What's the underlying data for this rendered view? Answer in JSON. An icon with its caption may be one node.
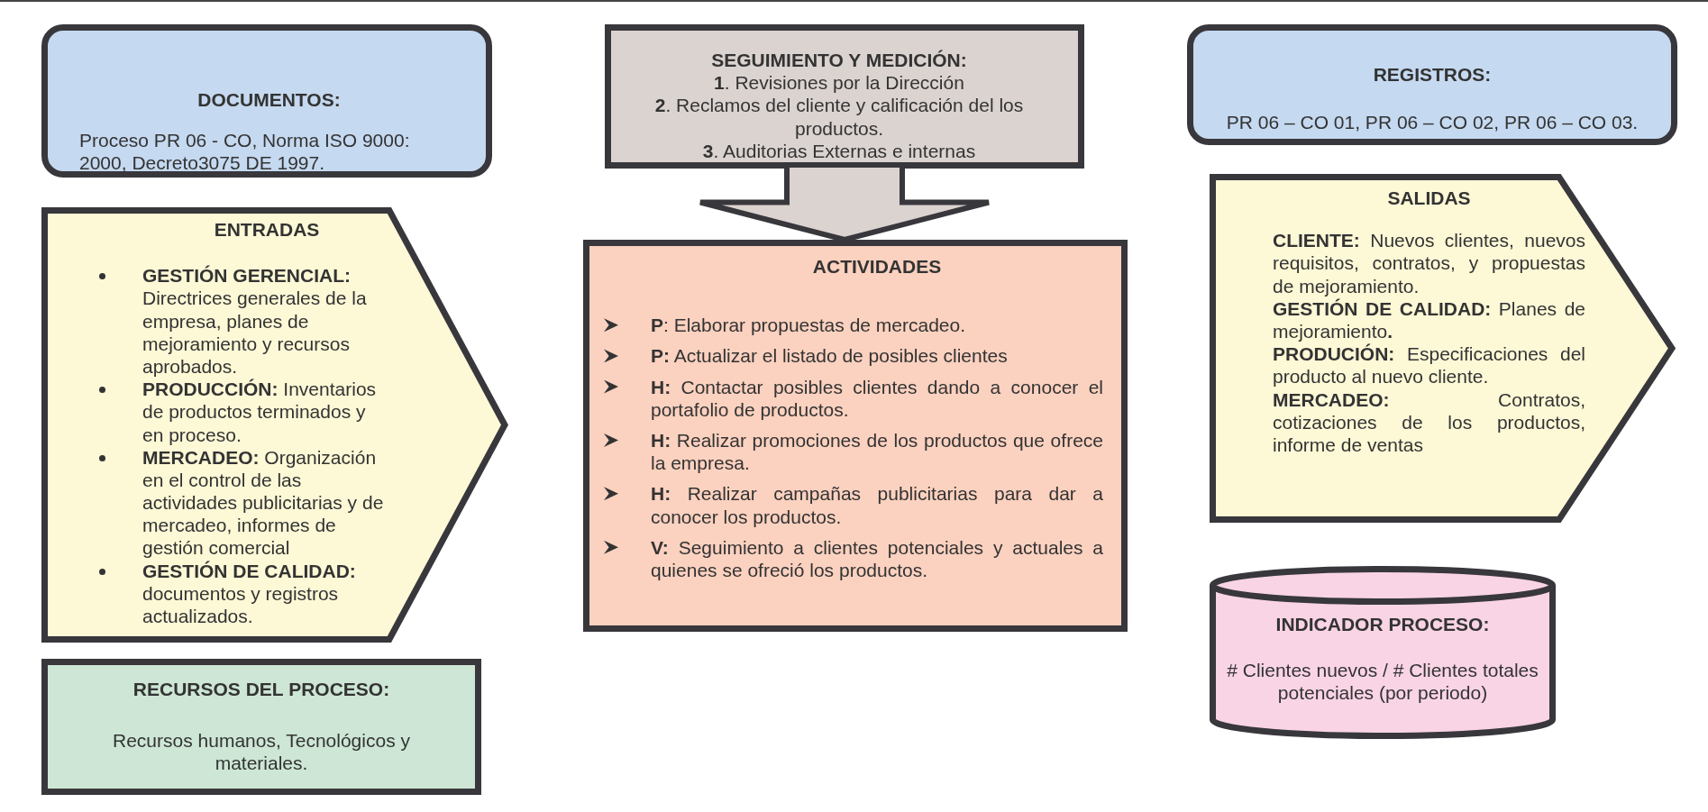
{
  "diagram": {
    "nodes": [
      {
        "text": [
          "DOCUMENTOS:",
          "Proceso PR 06 - CO, Norma ISO 9000: 2000, Decreto3075 DE 1997."
        ]
      },
      {
        "text": [
          "SEGUIMIENTO Y MEDICIÓN:",
          "**1**. Revisiones por la Dirección",
          "**2**. Reclamos del cliente y calificación del los productos.",
          "**3**. Auditorias Externas e internas"
        ]
      },
      {
        "text": [
          "REGISTROS:",
          "PR 06 – CO 01, PR 06 – CO 02, PR 06 – CO 03."
        ]
      },
      {
        "text": [
          "ENTRADAS",
          "**GESTIÓN GERENCIAL:** Directrices generales de la empresa, planes de mejoramiento y recursos aprobados.",
          "**PRODUCCIÓN:** Inventarios de productos terminados y en proceso.",
          "**MERCADEO:** Organización en el control de las actividades publicitarias y de mercadeo, informes de gestión comercial",
          "**GESTIÓN DE CALIDAD:** documentos y registros actualizados."
        ]
      },
      {
        "text": [
          "ACTIVIDADES",
          "**P**: Elaborar propuestas de mercadeo.",
          "**P:** Actualizar el listado de posibles clientes",
          "**H:** Contactar posibles clientes dando a conocer el portafolio de productos.",
          "**H:** Realizar promociones de los productos que ofrece la empresa.",
          "**H:** Realizar campañas publicitarias para dar a conocer los productos.",
          "**V:** Seguimiento a clientes potenciales y actuales a quienes se ofreció los productos."
        ]
      },
      {
        "text": [
          "SALIDAS",
          "**CLIENTE:** Nuevos clientes, nuevos requisitos, contratos, y propuestas de mejoramiento.",
          "**GESTIÓN DE CALIDAD:** Planes de mejoramiento**.**",
          "**PRODUCIÓN:** Especificaciones del producto al nuevo cliente.",
          "**MERCADEO:** Contratos, cotizaciones de los productos, informe de ventas"
        ]
      },
      {
        "text": [
          "RECURSOS DEL PROCESO:",
          "Recursos humanos, Tecnológicos y materiales."
        ]
      },
      {
        "text": [
          "INDICADOR PROCESO:",
          "# Clientes nuevos / # Clientes totales potenciales (por periodo)"
        ]
      }
    ],
    "edges": [
      {
        "from": 1,
        "to": 4,
        "arrow": "to"
      }
    ]
  }
}
